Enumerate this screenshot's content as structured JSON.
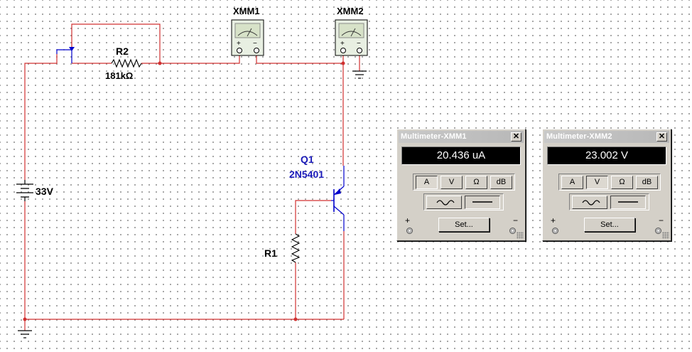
{
  "schematic": {
    "r2": {
      "ref": "R2",
      "value": "181kΩ"
    },
    "battery": {
      "value": "33V"
    },
    "q1": {
      "ref": "Q1",
      "model": "2N5401"
    },
    "r1": {
      "ref": "R1"
    },
    "xmm1": {
      "ref": "XMM1"
    },
    "xmm2": {
      "ref": "XMM2"
    },
    "meter_terminals": {
      "plus": "+",
      "minus": "−"
    },
    "colors": {
      "wire": "#d03030",
      "component": "#000000",
      "transistor": "#0000cc",
      "label_blue": "#1a1ab8"
    }
  },
  "multimeters": [
    {
      "title": "Multimeter-XMM1",
      "close": "✕",
      "reading": "20.436 uA",
      "modes": [
        "A",
        "V",
        "Ω",
        "dB"
      ],
      "active_mode": "A",
      "active_wave": "dc",
      "set_label": "Set...",
      "plus_label": "+",
      "minus_label": "−",
      "icons": [
        "ac-wave-icon",
        "dc-line-icon"
      ]
    },
    {
      "title": "Multimeter-XMM2",
      "close": "✕",
      "reading": "23.002 V",
      "modes": [
        "A",
        "V",
        "Ω",
        "dB"
      ],
      "active_mode": "V",
      "active_wave": "dc",
      "set_label": "Set...",
      "plus_label": "+",
      "minus_label": "−",
      "icons": [
        "ac-wave-icon",
        "dc-line-icon"
      ]
    }
  ]
}
